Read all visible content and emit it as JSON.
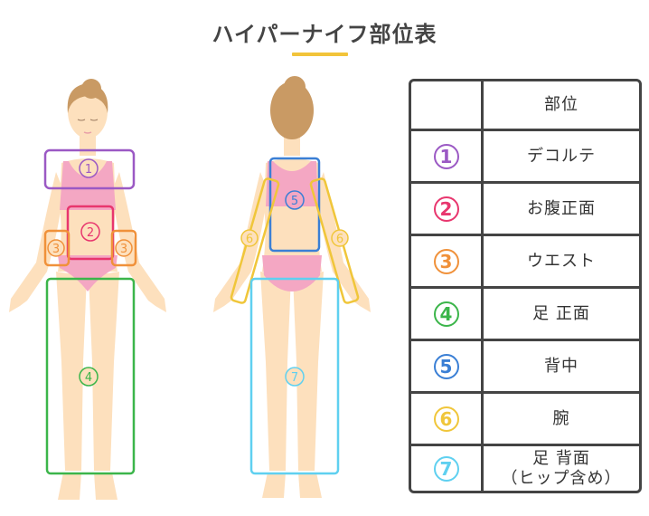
{
  "title": "ハイパーナイフ部位表",
  "colors": {
    "accent_underline": "#f2c43a",
    "skin": "#fde0bd",
    "hair": "#c99a64",
    "bikini": "#f4a7c3",
    "zone1": "#9b59c4",
    "zone2": "#e8366e",
    "zone3": "#f0913a",
    "zone4": "#3bb54a",
    "zone5": "#3a7fd5",
    "zone6": "#f0c63a",
    "zone7": "#5fd0f0"
  },
  "figures": {
    "front": {
      "zones": [
        {
          "num": "1",
          "label": "①"
        },
        {
          "num": "2",
          "label": "②"
        },
        {
          "num": "3",
          "label": "③"
        },
        {
          "num": "4",
          "label": "④"
        }
      ]
    },
    "back": {
      "zones": [
        {
          "num": "5",
          "label": "⑤"
        },
        {
          "num": "6",
          "label": "⑥"
        },
        {
          "num": "7",
          "label": "⑦"
        }
      ]
    }
  },
  "table": {
    "header": {
      "num": "",
      "name": "部位"
    },
    "rows": [
      {
        "num": "1",
        "name": "デコルテ"
      },
      {
        "num": "2",
        "name": "お腹正面"
      },
      {
        "num": "3",
        "name": "ウエスト"
      },
      {
        "num": "4",
        "name": "足 正面"
      },
      {
        "num": "5",
        "name": "背中"
      },
      {
        "num": "6",
        "name": "腕"
      },
      {
        "num": "7",
        "name": "足 背面",
        "name2": "（ヒップ含め）"
      }
    ]
  }
}
